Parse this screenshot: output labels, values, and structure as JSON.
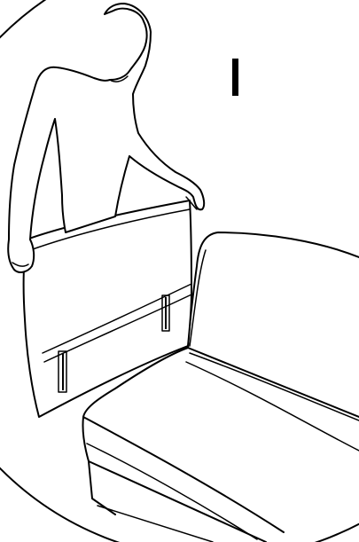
{
  "step_marker": {
    "label": "I"
  },
  "colors": {
    "ink": "#000000",
    "background": "#ffffff"
  },
  "scene": {
    "elements": [
      "detail-circle",
      "person-figure",
      "backrest-cushion",
      "backrest-strap-left",
      "backrest-strap-right",
      "armchair-back",
      "armchair-seat-cushion",
      "armchair-base"
    ]
  }
}
